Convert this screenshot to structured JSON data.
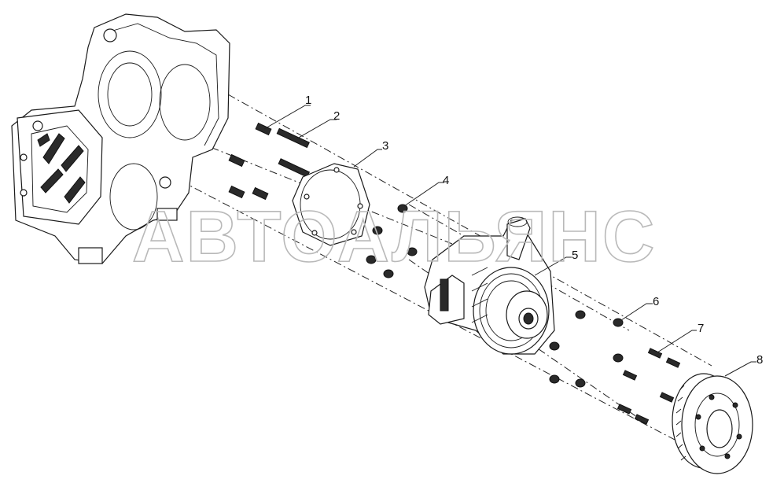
{
  "watermark": "АВТОАЛЬЯНС",
  "callouts": [
    {
      "id": "1",
      "label": "1"
    },
    {
      "id": "2",
      "label": "2"
    },
    {
      "id": "3",
      "label": "3"
    },
    {
      "id": "4",
      "label": "4"
    },
    {
      "id": "5",
      "label": "5"
    },
    {
      "id": "6",
      "label": "6"
    },
    {
      "id": "7",
      "label": "7"
    },
    {
      "id": "8",
      "label": "8"
    }
  ]
}
